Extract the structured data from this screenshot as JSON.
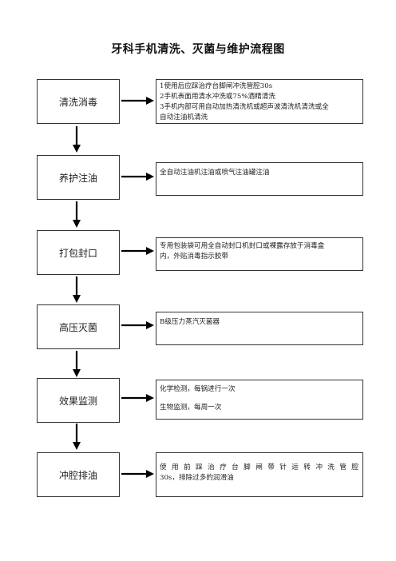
{
  "title": "牙科手机清洗、灭菌与维护流程图",
  "steps": [
    {
      "label": "清洗消毒",
      "lines": [
        "1使用后应踩治疗台脚闸冲洗管腔30s",
        "2手机表面用清水冲洗或75%酒精清洗",
        "3手机内部可用自动加热清洗机或超声波清洗机清洗或全",
        "自动注油机清洗"
      ]
    },
    {
      "label": "养护注油",
      "lines": [
        "全自动注油机注油或喷气注油罐注油"
      ]
    },
    {
      "label": "打包封口",
      "lines": [
        "专用包装袋可用全自动封口机封口或裸露存放于消毒盒",
        "内，外贴消毒指示胶带"
      ]
    },
    {
      "label": "高压灭菌",
      "lines": [
        "B级压力蒸汽灭菌器"
      ]
    },
    {
      "label": "效果监测",
      "lines": [
        "化学检测，每锅进行一次",
        "生物监测，每周一次"
      ]
    },
    {
      "label": "冲腔排油",
      "lines": [
        "使用前踩治疗台脚闸带针运转冲洗管腔",
        "30s，排除过多的润滑油"
      ]
    }
  ]
}
